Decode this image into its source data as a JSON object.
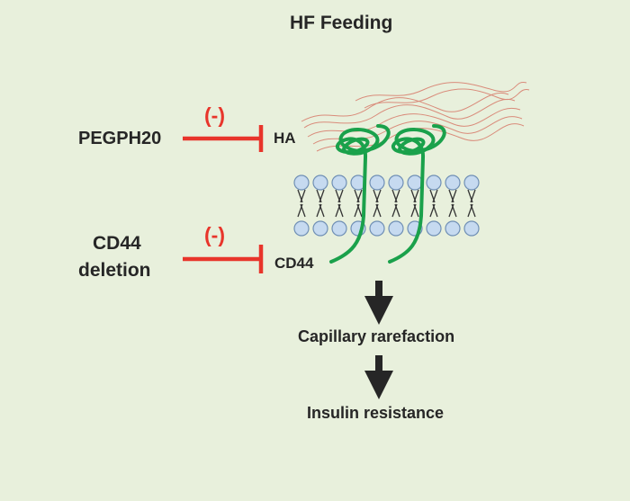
{
  "title": "HF Feeding",
  "inhibitors": [
    {
      "agent": "PEGPH20",
      "effect": "(-)",
      "target": "HA"
    },
    {
      "agent_line1": "CD44",
      "agent_line2": "deletion",
      "effect": "(-)",
      "target": "CD44"
    }
  ],
  "cascade": [
    "Capillary rarefaction",
    "Insulin resistance"
  ],
  "colors": {
    "background": "#e8f0dc",
    "inhibition": "#e8352b",
    "receptor": "#1aa14b",
    "hyaluronan": "#d98b7a",
    "lipid_head": "#c6daf0",
    "lipid_outline": "#6f8fb5",
    "text": "#262626",
    "arrow": "#262626"
  }
}
